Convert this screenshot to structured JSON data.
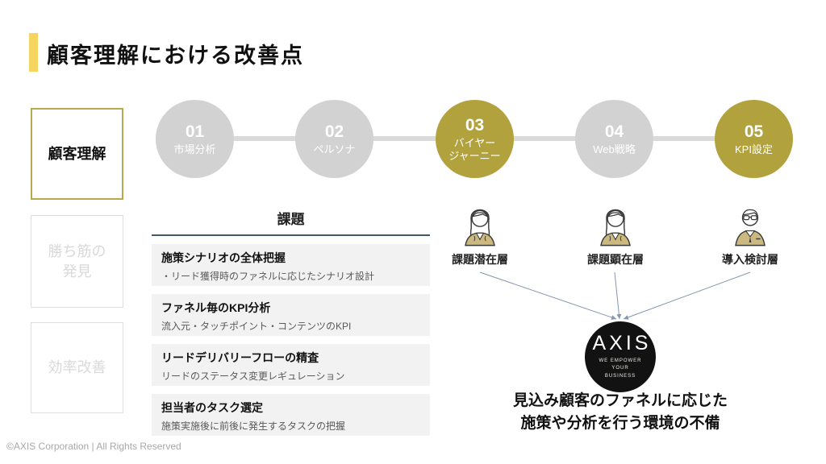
{
  "title": "顧客理解における改善点",
  "footer": "©AXIS Corporation | All Rights Reserved",
  "sidebar": {
    "items": [
      {
        "label": "顧客理解",
        "state": "active"
      },
      {
        "label": "勝ち筋の\n発見",
        "state": "inactive"
      },
      {
        "label": "効率改善",
        "state": "inactive"
      }
    ]
  },
  "steps": [
    {
      "number": "01",
      "label": "市場分析",
      "highlighted": false
    },
    {
      "number": "02",
      "label": "ペルソナ",
      "highlighted": false
    },
    {
      "number": "03",
      "label": "バイヤー\nジャーニー",
      "highlighted": true
    },
    {
      "number": "04",
      "label": "Web戦略",
      "highlighted": false
    },
    {
      "number": "05",
      "label": "KPI設定",
      "highlighted": true
    }
  ],
  "issues": {
    "header": "課題",
    "items": [
      {
        "title": "施策シナリオの全体把握",
        "desc": "・リード獲得時のファネルに応じたシナリオ設計"
      },
      {
        "title": "ファネル毎のKPI分析",
        "desc": "流入元・タッチポイント・コンテンツのKPI"
      },
      {
        "title": "リードデリバリーフローの精査",
        "desc": "リードのステータス変更レギュレーション"
      },
      {
        "title": "担当者のタスク選定",
        "desc": "施策実施後に前後に発生するタスクの把握"
      }
    ]
  },
  "personas": [
    {
      "label": "課題潜在層",
      "icon": "woman-icon"
    },
    {
      "label": "課題顕在層",
      "icon": "woman-icon"
    },
    {
      "label": "導入検討層",
      "icon": "man-glasses-icon"
    }
  ],
  "logo": {
    "brand": "AXIS",
    "tagline": "WE EMPOWER\nYOUR\nBUSINESS"
  },
  "conclusion": "見込み顧客のファネルに応じた\n施策や分析を行う環境の不備",
  "colors": {
    "gold": "#b2a23d",
    "accent_bar": "#f5d55f",
    "gray_step": "#d2d2d2",
    "issue_bg": "#f2f2f2",
    "divider": "#44546a",
    "arrow": "#8496b0"
  }
}
